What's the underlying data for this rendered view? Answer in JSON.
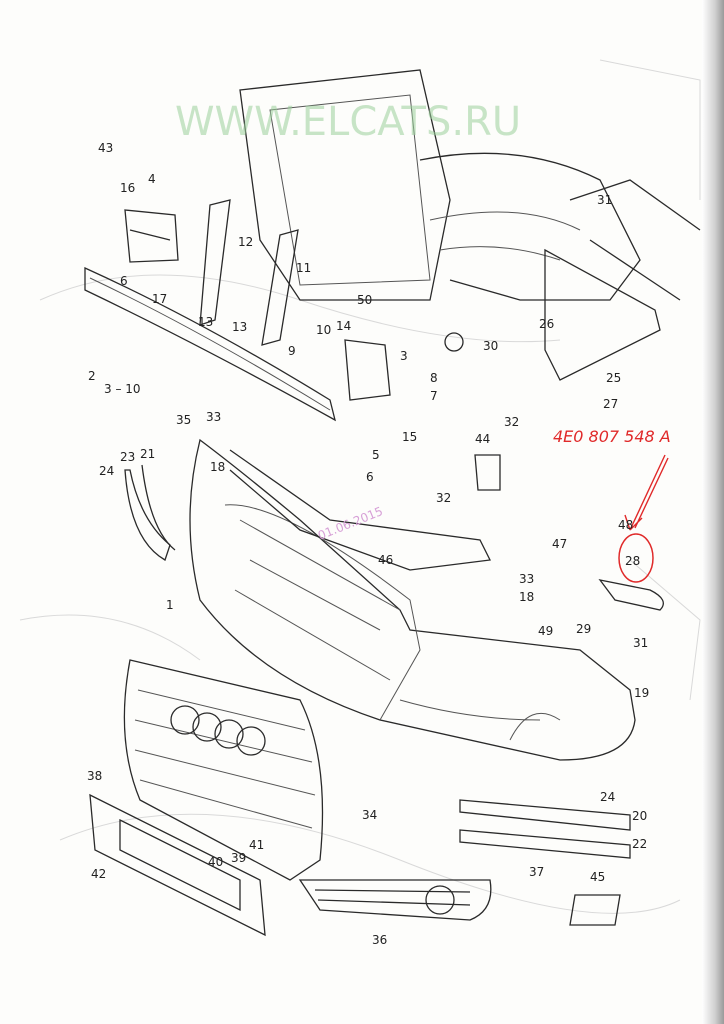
{
  "diagram": {
    "callouts": [
      "43",
      "16",
      "4",
      "6",
      "17",
      "12",
      "11",
      "13",
      "13",
      "9",
      "10",
      "14",
      "50",
      "3",
      "8",
      "7",
      "15",
      "5",
      "6",
      "2",
      "3 – 10",
      "35",
      "33",
      "18",
      "24",
      "23",
      "21",
      "32",
      "44",
      "32",
      "46",
      "30",
      "26",
      "25",
      "27",
      "31",
      "48",
      "47",
      "28",
      "33",
      "18",
      "49",
      "29",
      "31",
      "19",
      "1",
      "38",
      "40",
      "39",
      "41",
      "34",
      "24",
      "20",
      "22",
      "37",
      "42",
      "36",
      "45"
    ],
    "handwritten_part_number": "4E0 807 548 A",
    "watermark": "WWW.ELCATS.RU",
    "watermark_date": "01.06.2015",
    "colors": {
      "annotation": "#e02a2a",
      "watermark": "#9bd09b",
      "leader": "#a46aa8"
    }
  }
}
